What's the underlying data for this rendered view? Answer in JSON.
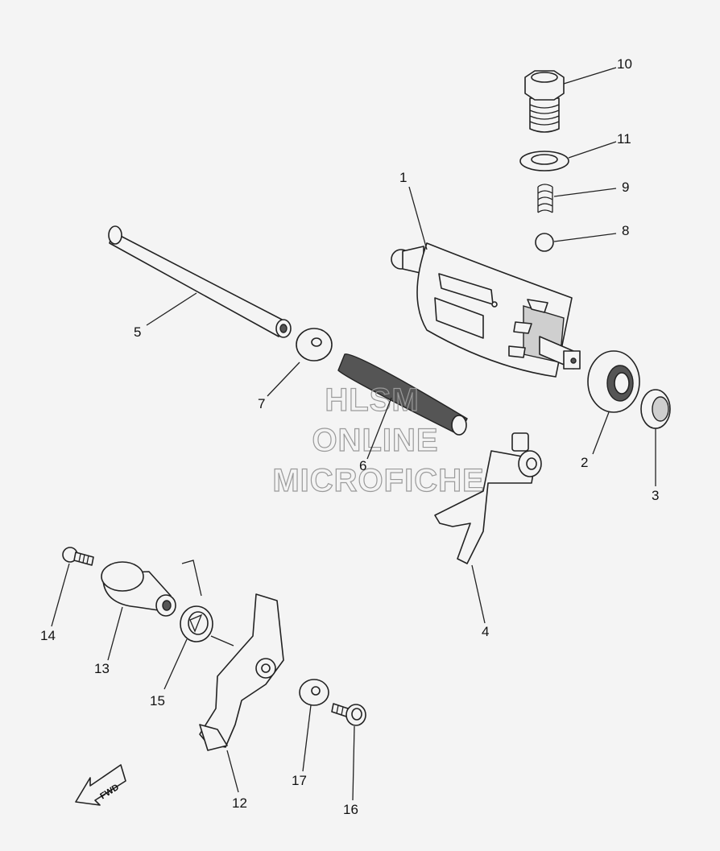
{
  "callouts": {
    "p1": "1",
    "p2": "2",
    "p3": "3",
    "p4": "4",
    "p5": "5",
    "p6": "6",
    "p7": "7",
    "p8": "8",
    "p9": "9",
    "p10": "10",
    "p11": "11",
    "p12": "12",
    "p13": "13",
    "p14": "14",
    "p15": "15",
    "p16": "16",
    "p17": "17"
  },
  "watermark": {
    "line1": "HLSM",
    "line2": "ONLINE",
    "line3": "MICROFICHE"
  },
  "fwd_label": "FWD",
  "colors": {
    "ink": "#222222",
    "background": "#f4f4f4",
    "watermark": "#9a9a9a"
  }
}
